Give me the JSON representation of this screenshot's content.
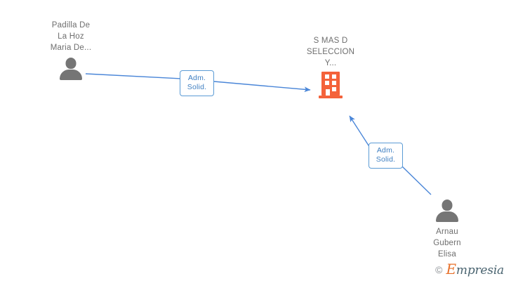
{
  "diagram": {
    "type": "relationship-graph",
    "background_color": "#ffffff",
    "edge_color": "#4a86d8",
    "person_color": "#757575",
    "company_color": "#f4623a",
    "label_text_color": "#6e6e6e",
    "edge_label_text_color": "#3f7fc1",
    "nodes": [
      {
        "id": "person-padilla",
        "kind": "person",
        "label": "Padilla De\nLa Hoz\nMaria De...",
        "icon": "person-icon",
        "label_position": "above"
      },
      {
        "id": "company-smasd",
        "kind": "company",
        "label": "S MAS D\nSELECCION\nY...",
        "icon": "company-building-icon",
        "label_position": "above"
      },
      {
        "id": "person-arnau",
        "kind": "person",
        "label": "Arnau\nGubern\nElisa",
        "icon": "person-icon",
        "label_position": "below"
      }
    ],
    "edges": [
      {
        "id": "edge-padilla-to-company",
        "from": "person-padilla",
        "to": "company-smasd",
        "label": "Adm.\nSolid.",
        "arrow": "to-company"
      },
      {
        "id": "edge-arnau-to-company",
        "from": "person-arnau",
        "to": "company-smasd",
        "label": "Adm.\nSolid.",
        "arrow": "to-company"
      }
    ]
  },
  "watermark": {
    "copyright": "©",
    "brand_initial": "E",
    "brand_rest": "mpresia"
  }
}
